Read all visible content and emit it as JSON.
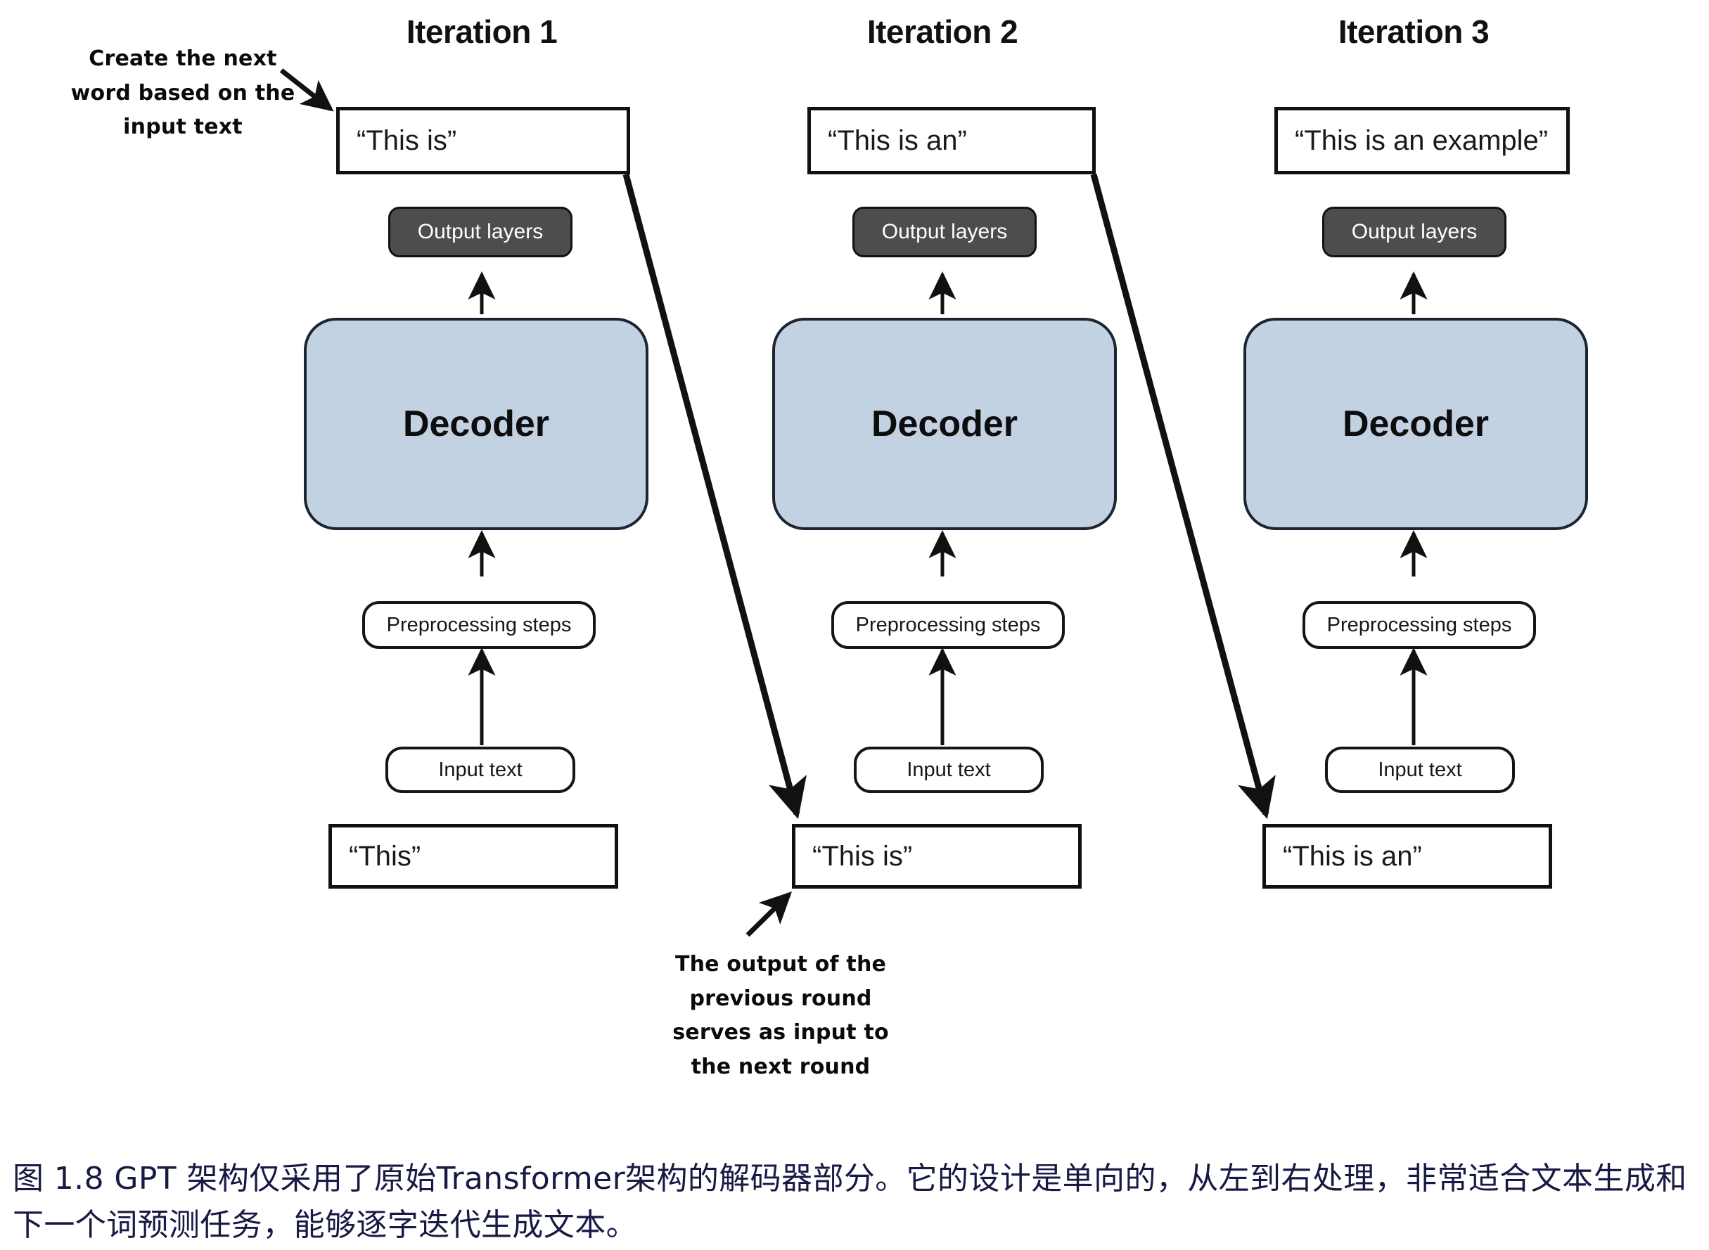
{
  "figure": {
    "columns": [
      {
        "title": "Iteration 1",
        "output_text": "“This is”",
        "output_layers_label": "Output layers",
        "decoder_label": "Decoder",
        "preprocessing_label": "Preprocessing steps",
        "input_label": "Input text",
        "input_text": "“This”"
      },
      {
        "title": "Iteration 2",
        "output_text": "“This is an”",
        "output_layers_label": "Output layers",
        "decoder_label": "Decoder",
        "preprocessing_label": "Preprocessing steps",
        "input_label": "Input text",
        "input_text": "“This is”"
      },
      {
        "title": "Iteration 3",
        "output_text": "“This is an example”",
        "output_layers_label": "Output layers",
        "decoder_label": "Decoder",
        "preprocessing_label": "Preprocessing steps",
        "input_label": "Input text",
        "input_text": "“This is an”"
      }
    ],
    "annotations": {
      "top_left": "Create the next\nword based on the\ninput text",
      "bottom_center": "The output of the\nprevious round\nserves as input to\nthe next round"
    },
    "caption": "图 1.8  GPT 架构仅采用了原始Transformer架构的解码器部分。它的设计是单向的，从左到右处理，非常适合文本生成和下一个词预测任务，能够逐字迭代生成文本。",
    "colors": {
      "decoder_fill": "#c3d2e3",
      "output_layers_fill": "#4d4d4d",
      "stroke": "#111111",
      "caption_text": "#171a44"
    }
  }
}
